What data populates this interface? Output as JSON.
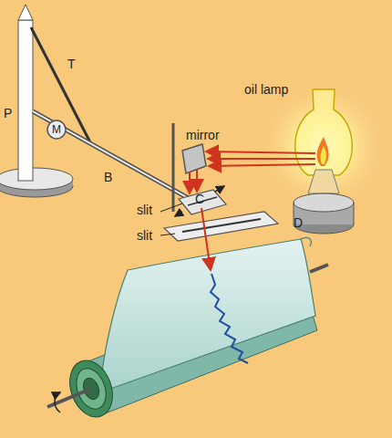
{
  "diagram": {
    "nodes": [
      {
        "text": [
          "M"
        ]
      }
    ],
    "labels": [
      "T",
      "oil lamp",
      "P",
      "mirror",
      "B",
      "C",
      "slit",
      "slit",
      "D"
    ]
  }
}
